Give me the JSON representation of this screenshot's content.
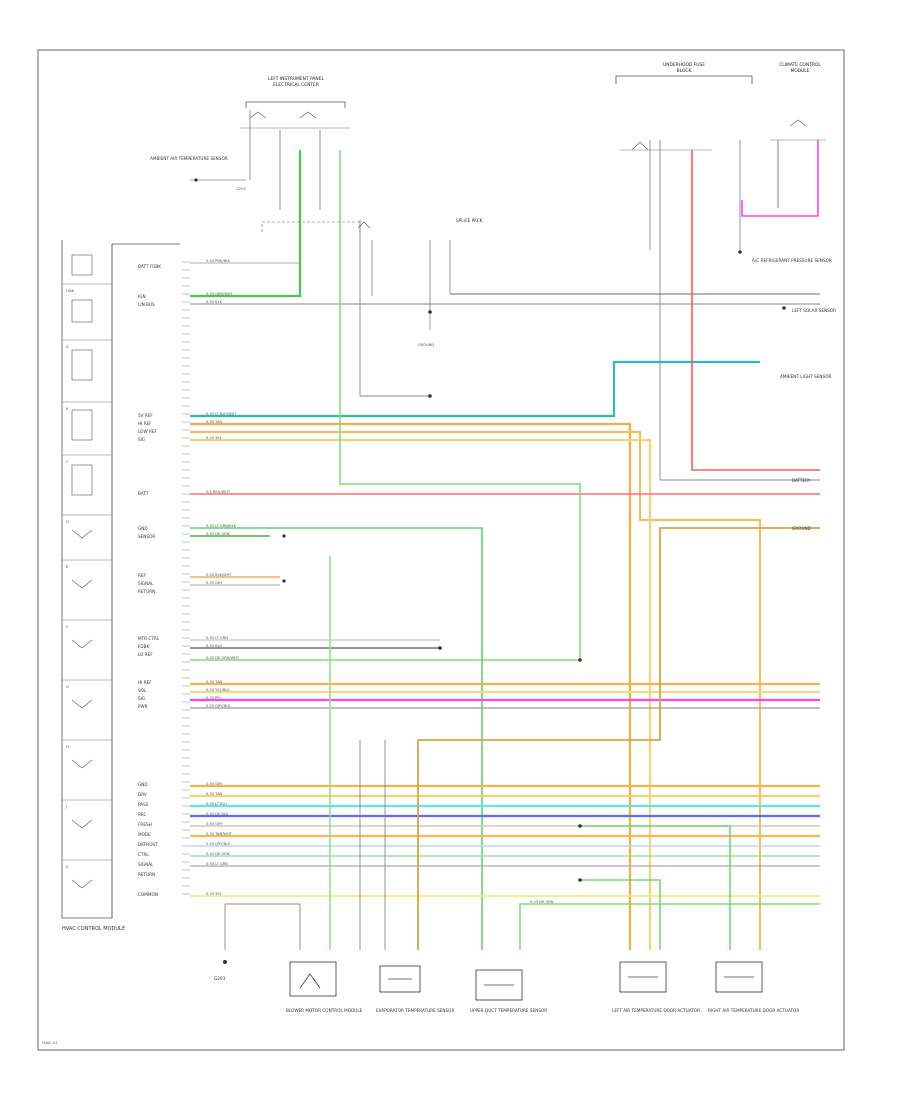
{
  "hvac_module": {
    "title": "HVAC CONTROL MODULE",
    "left_pin_refs": [
      "LINK",
      "A",
      "B",
      "C",
      "D",
      "E",
      "F",
      "G",
      "H",
      "J",
      "K"
    ]
  },
  "top_left_connector": {
    "title": "LEFT INSTRUMENT PANEL",
    "subtitle": "ELECTRICAL CENTER",
    "ground_label": "G203",
    "left_label": "AMBIENT AIR TEMPERATURE SENSOR"
  },
  "top_right_connector": {
    "title": "UNDERHOOD FUSE",
    "subtitle": "BLOCK"
  },
  "top_right_module": {
    "title": "CLIMATE CONTROL",
    "subtitle": "MODULE"
  },
  "center_splice": {
    "label": "SPLICE PACK"
  },
  "center_ground": {
    "label": "GROUND"
  },
  "pin_labels": [
    "BATT FDBK",
    "IGN",
    "LIN BUS",
    "5V REF",
    "HI REF",
    "LOW REF",
    "SIG",
    "BATT",
    "GND",
    "SENSOR",
    "REF",
    "SIGNAL",
    "RETURN",
    "MTR CTRL",
    "FDBK",
    "LO REF",
    "HI REF",
    "SOL",
    "SIG",
    "PWR",
    "GND",
    "DRV",
    "PASS",
    "REC",
    "FRESH",
    "MODE",
    "DEFROST",
    "CTRL",
    "SIGNAL",
    "RETURN",
    "COMMON"
  ],
  "wire_codes": [
    "0.35 PNK/BLK",
    "0.35 GRN/WHT",
    "0.35 BLK",
    "0.35 LT BLU/WHT",
    "0.35 TAN",
    "0.35 YEL",
    "0.5 RED/WHT",
    "0.35 LT GRN/BLK",
    "0.35 DK GRN",
    "0.35 BLK/WHT",
    "0.35 GRY",
    "0.35 LT GRN",
    "0.35 BLU",
    "0.35 DK GRN/WHT",
    "0.35 TAN",
    "0.35 YEL/BLK",
    "0.35 PPL",
    "0.35 GRY/BLK",
    "0.35 GRY",
    "0.35 TAN",
    "0.35 LT BLU",
    "0.35 DK BLU",
    "0.35 GRY",
    "0.35 TAN/WHT",
    "0.35 DK GRN",
    "0.35 LT GRN",
    "0.35 GRY/BLK",
    "0.35 YEL",
    "0.35 DK GRN"
  ],
  "right_labels": [
    "A/C REFRIGERANT PRESSURE SENSOR",
    "LEFT SOLAR SENSOR",
    "AMBIENT LIGHT SENSOR",
    "BATTERY",
    "GROUND"
  ],
  "bottom_components": [
    {
      "id": "c1",
      "label": "G203"
    },
    {
      "id": "c2",
      "label": "BLOWER MOTOR CONTROL MODULE"
    },
    {
      "id": "c3",
      "label": "EVAPORATOR TEMPERATURE SENSOR"
    },
    {
      "id": "c4",
      "label": "UPPER DUCT TEMPERATURE SENSOR"
    },
    {
      "id": "c5",
      "label": "LEFT AIR TEMPERATURE DOOR ACTUATOR"
    },
    {
      "id": "c6",
      "label": "RIGHT AIR TEMPERATURE DOOR ACTUATOR"
    }
  ],
  "footer": {
    "code": "HVAC-01"
  }
}
